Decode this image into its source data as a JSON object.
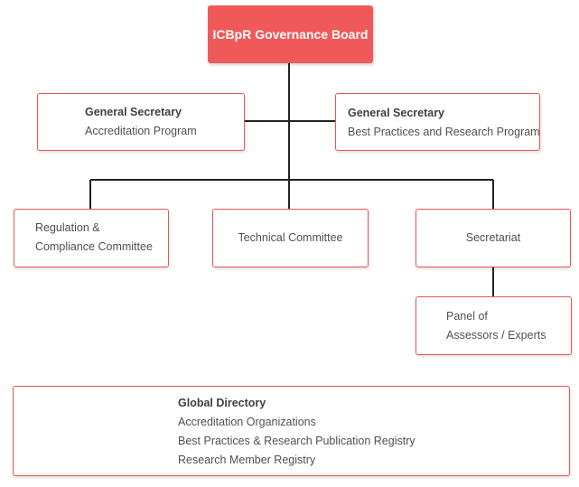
{
  "colors": {
    "accent": "#f0595a",
    "border": "#e8564f",
    "connector": "#222222"
  },
  "board": {
    "title": "ICBpR Governance Board"
  },
  "secretaries": {
    "left": {
      "title": "General Secretary",
      "subtitle": "Accreditation Program"
    },
    "right": {
      "title": "General Secretary",
      "subtitle": "Best Practices and Research Program"
    }
  },
  "committees": {
    "regulation": {
      "line1": "Regulation &",
      "line2": "Compliance Committee"
    },
    "technical": {
      "label": "Technical Committee"
    },
    "secretariat": {
      "label": "Secretariat"
    }
  },
  "panel": {
    "line1": "Panel of",
    "line2": "Assessors / Experts"
  },
  "directory": {
    "title": "Global Directory",
    "items": [
      "Accreditation Organizations",
      "Best Practices & Research Publication Registry",
      "Research Member Registry"
    ]
  }
}
